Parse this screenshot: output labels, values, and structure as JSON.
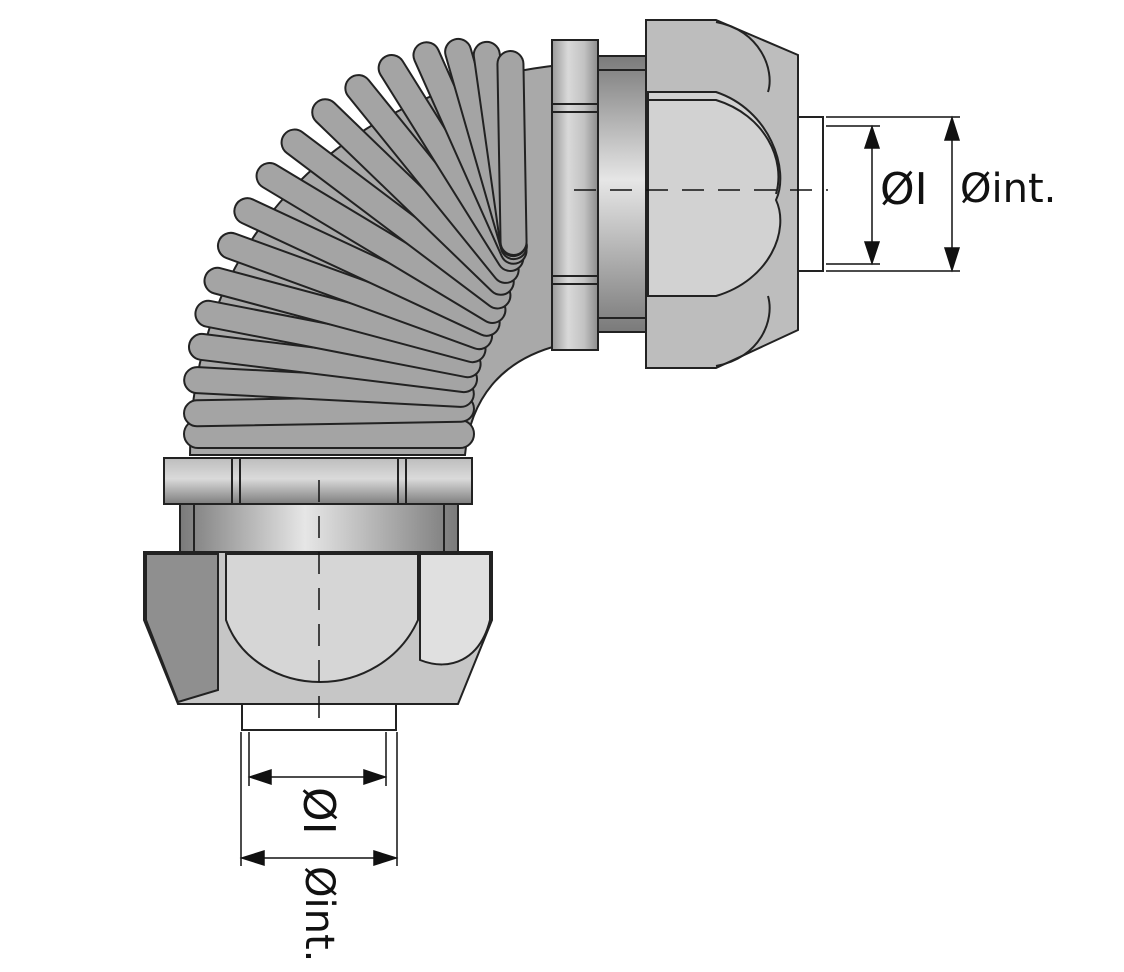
{
  "dimensions": {
    "right": {
      "inner_label": "ØI",
      "outer_label": "Øint."
    },
    "bottom": {
      "inner_label": "ØI",
      "outer_label": "Øint."
    }
  },
  "colors": {
    "metal_light": "#d8d8d8",
    "metal_mid": "#b4b4b4",
    "metal_dark": "#8a8a8a",
    "coil": "#a6a6a6",
    "outline": "#222222"
  }
}
